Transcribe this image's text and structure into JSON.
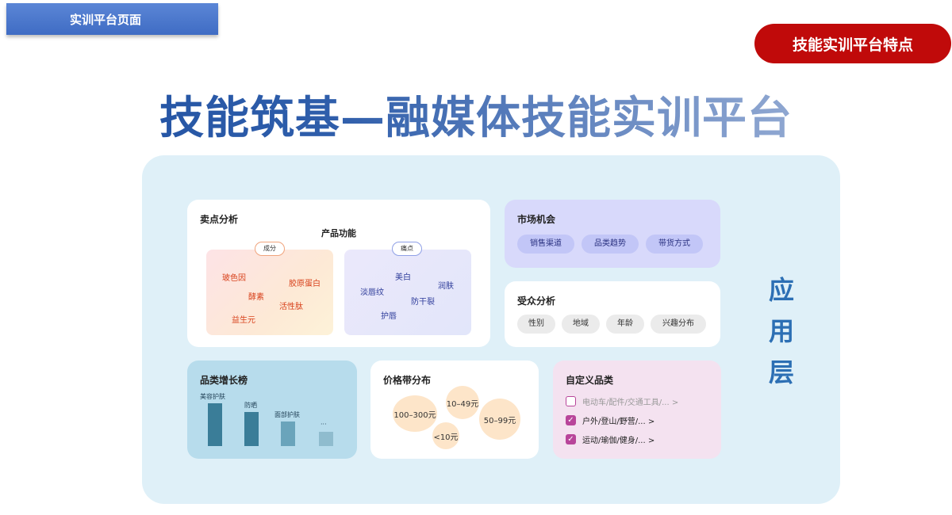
{
  "header": {
    "tab_label": "实训平台页面",
    "feature_label": "技能实训平台特点"
  },
  "title": "技能筑基—融媒体技能实训平台",
  "selling_points": {
    "title": "卖点分析",
    "subtitle": "产品功能",
    "ingredients": {
      "badge": "成分",
      "words": [
        "玻色因",
        "胶原蛋白",
        "酵素",
        "活性肽",
        "益生元"
      ]
    },
    "pain_points": {
      "badge": "痛点",
      "words": [
        "美白",
        "润肤",
        "淡唇纹",
        "防干裂",
        "护唇"
      ]
    }
  },
  "market": {
    "title": "市场机会",
    "chips": [
      "销售渠道",
      "品类趋势",
      "带货方式"
    ]
  },
  "audience": {
    "title": "受众分析",
    "chips": [
      "性别",
      "地域",
      "年龄",
      "兴趣分布"
    ]
  },
  "growth": {
    "title": "品类增长榜",
    "items": [
      {
        "label": "美容护肤",
        "level": 1.0
      },
      {
        "label": "防晒",
        "level": 0.8
      },
      {
        "label": "面部护肤",
        "level": 0.57
      },
      {
        "label": "···",
        "level": 0.33
      }
    ]
  },
  "price": {
    "title": "价格带分布",
    "bands": [
      "10–49元",
      "100–300元",
      "50–99元",
      "<10元"
    ]
  },
  "custom": {
    "title": "自定义品类",
    "items": [
      {
        "label": "电动车/配件/交通工具/... >",
        "checked": false
      },
      {
        "label": "户外/登山/野营/... >",
        "checked": true
      },
      {
        "label": "运动/瑜伽/健身/... >",
        "checked": true
      }
    ]
  },
  "layer_label": [
    "应",
    "用",
    "层"
  ],
  "colors": {
    "accent_red": "#c00a0a",
    "title_blue": "#1e4fa0",
    "check_purple": "#b8459a"
  }
}
